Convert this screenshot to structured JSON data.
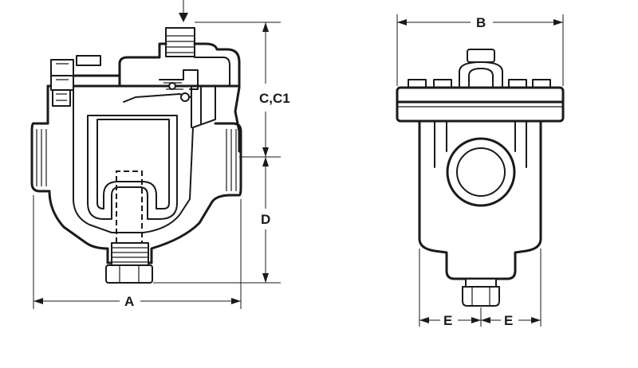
{
  "dimensions": {
    "a": "A",
    "b": "B",
    "c": "C,C1",
    "d": "D",
    "e_left": "E",
    "e_right": "E"
  },
  "colors": {
    "line": "#1a1a1a",
    "background": "#ffffff"
  }
}
